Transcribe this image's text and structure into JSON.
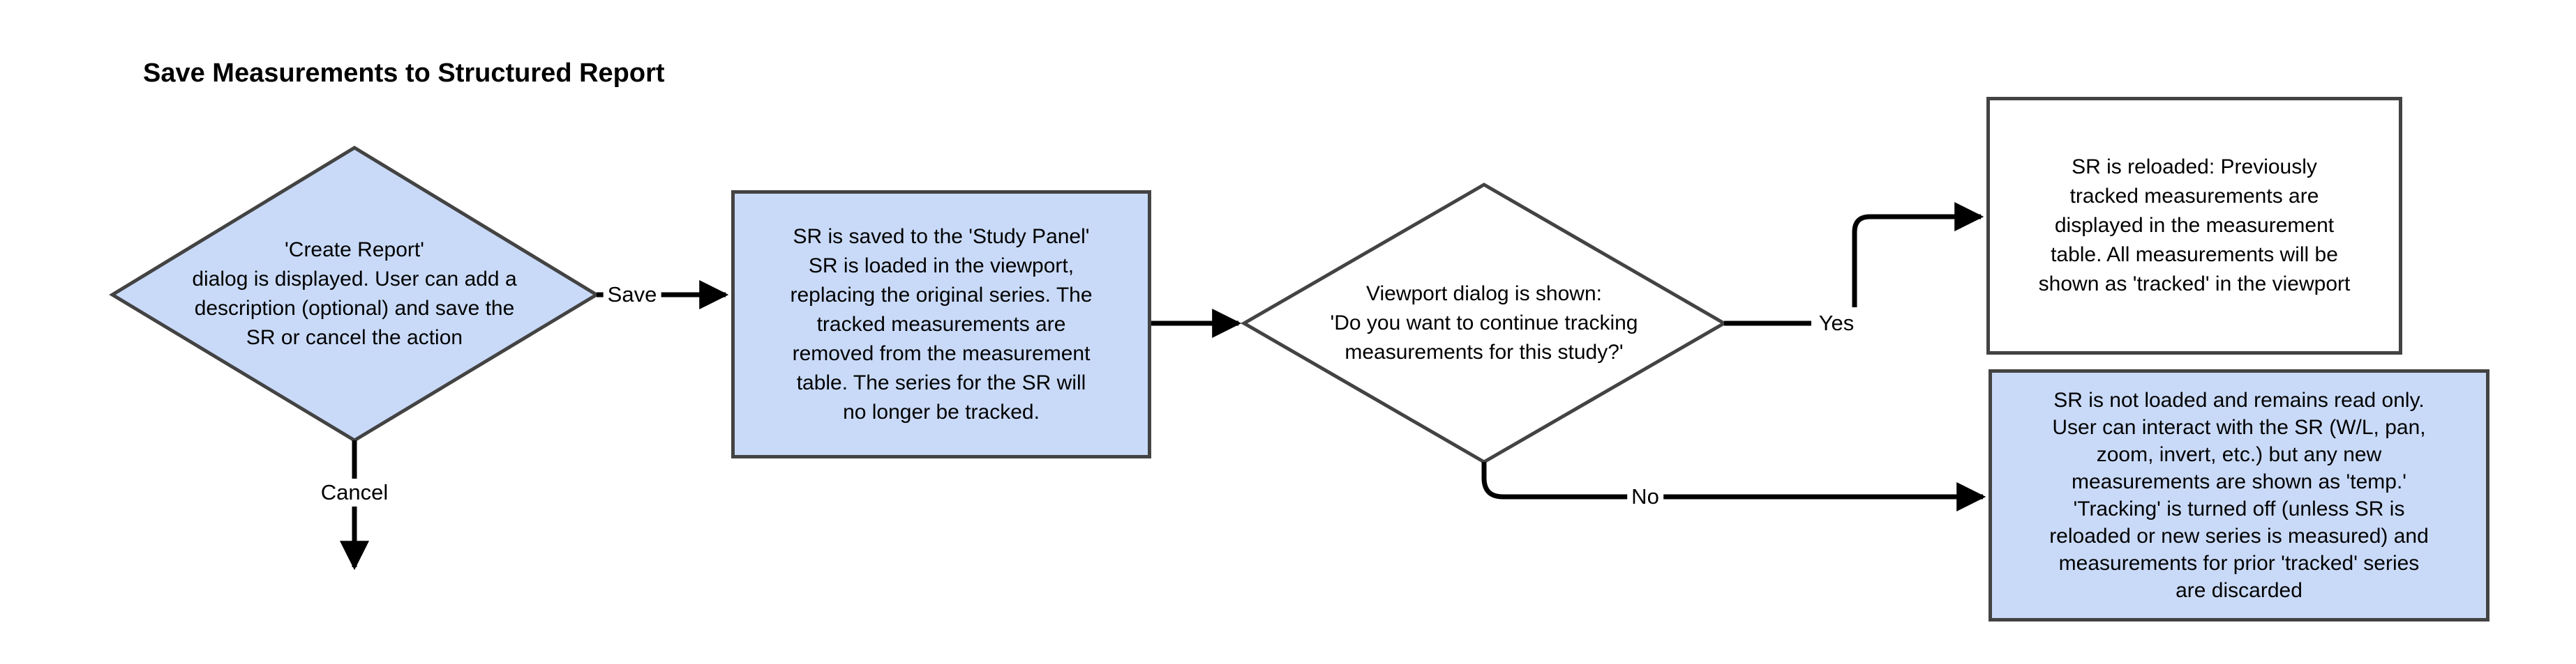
{
  "title": "Save Measurements to Structured Report",
  "colors": {
    "background": "#ffffff",
    "node_fill": "#c9daf8",
    "node_fill_alt": "#ffffff",
    "node_border": "#434343",
    "connector": "#000000",
    "text": "#000000"
  },
  "nodes": {
    "create_report_dialog": {
      "shape": "diamond",
      "fill": "#c9daf8",
      "text": "'Create Report'\ndialog is displayed. User can add a\ndescription (optional) and save the\nSR or cancel the action"
    },
    "sr_saved": {
      "shape": "rect",
      "fill": "#c9daf8",
      "text": "SR is saved to the 'Study Panel'\nSR is loaded in the viewport,\nreplacing the original series. The\ntracked measurements are\nremoved from the measurement\ntable. The series for the SR will\nno longer be tracked."
    },
    "viewport_dialog": {
      "shape": "diamond",
      "fill": "#ffffff",
      "text": "Viewport dialog is shown:\n'Do you want to continue tracking\nmeasurements for this study?'"
    },
    "sr_reloaded": {
      "shape": "rect",
      "fill": "#ffffff",
      "text": "SR is reloaded: Previously\ntracked measurements are\ndisplayed in the measurement\ntable. All measurements will be\nshown as 'tracked' in the viewport"
    },
    "sr_not_loaded": {
      "shape": "rect",
      "fill": "#c9daf8",
      "text": "SR is not loaded and remains read only.\nUser can interact with the SR (W/L, pan,\nzoom, invert, etc.) but any new\nmeasurements are shown as 'temp.'\n'Tracking' is turned off (unless SR is\nreloaded or new series is measured) and\nmeasurements for prior 'tracked' series\nare discarded"
    }
  },
  "edges": {
    "save": {
      "label": "Save"
    },
    "cancel": {
      "label": "Cancel"
    },
    "yes": {
      "label": "Yes"
    },
    "no": {
      "label": "No"
    }
  }
}
